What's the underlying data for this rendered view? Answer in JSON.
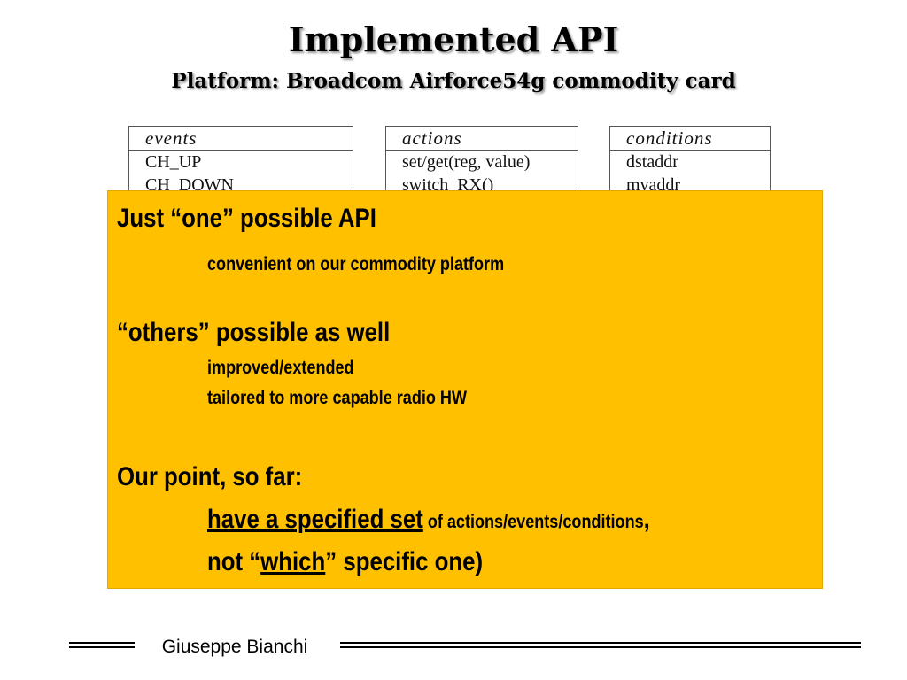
{
  "header": {
    "title": "Implemented API",
    "subtitle": "Platform: Broadcom Airforce54g commodity card"
  },
  "tables": {
    "events": {
      "header": "events",
      "rows": [
        "CH_UP",
        "CH_DOWN"
      ]
    },
    "actions": {
      "header": "actions",
      "rows": [
        "set/get(reg, value)",
        "switch_RX()"
      ]
    },
    "conditions": {
      "header": "conditions",
      "rows": [
        "dstaddr",
        "myaddr"
      ]
    }
  },
  "callout": {
    "colors": {
      "background": "#ffc000"
    },
    "line1": "Just “one” possible API",
    "line2": "convenient on our commodity platform",
    "line3": "“others” possible as well",
    "line4": "improved/extended",
    "line5": "tailored to more capable radio HW",
    "line6": "Our point, so far:",
    "line7_u": "have a specified set",
    "line7_rest": " of actions/events/conditions",
    "line7_end": ",",
    "line8_a": "not “",
    "line8_u": "which",
    "line8_b": "” specific one)"
  },
  "footer": {
    "author": "Giuseppe Bianchi"
  }
}
